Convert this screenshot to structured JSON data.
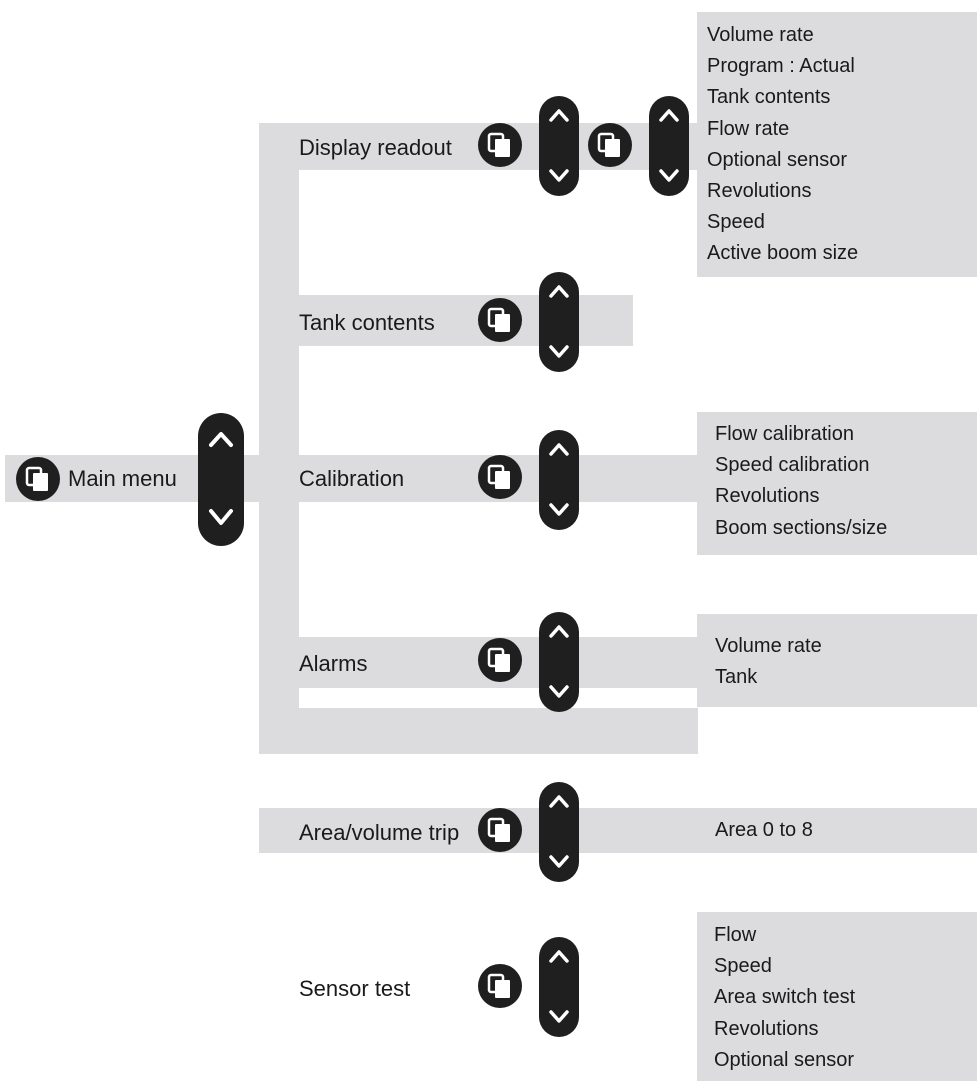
{
  "main_menu": {
    "label": "Main menu"
  },
  "menu_items": [
    {
      "label": "Display readout"
    },
    {
      "label": "Tank contents"
    },
    {
      "label": "Calibration"
    },
    {
      "label": "Alarms"
    },
    {
      "label": "Area/volume trip"
    },
    {
      "label": "Sensor test"
    }
  ],
  "submenus": {
    "display_readout": [
      "Volume rate",
      "Program : Actual",
      "Tank contents",
      "Flow rate",
      "Optional sensor",
      "Revolutions",
      "Speed",
      "Active boom size"
    ],
    "calibration": [
      "Flow calibration",
      "Speed calibration",
      "Revolutions",
      "Boom sections/size"
    ],
    "alarms": [
      "Volume rate",
      "Tank"
    ],
    "area_volume_trip": [
      "Area 0 to 8"
    ],
    "sensor_test": [
      "Flow",
      "Speed",
      "Area switch test",
      "Revolutions",
      "Optional sensor"
    ]
  },
  "icons": {
    "enter": "enter-icon",
    "up": "chevron-up-icon",
    "down": "chevron-down-icon"
  },
  "colors": {
    "panel": "#dcdcdf",
    "button": "#1f1f1f",
    "icon": "#ffffff"
  }
}
